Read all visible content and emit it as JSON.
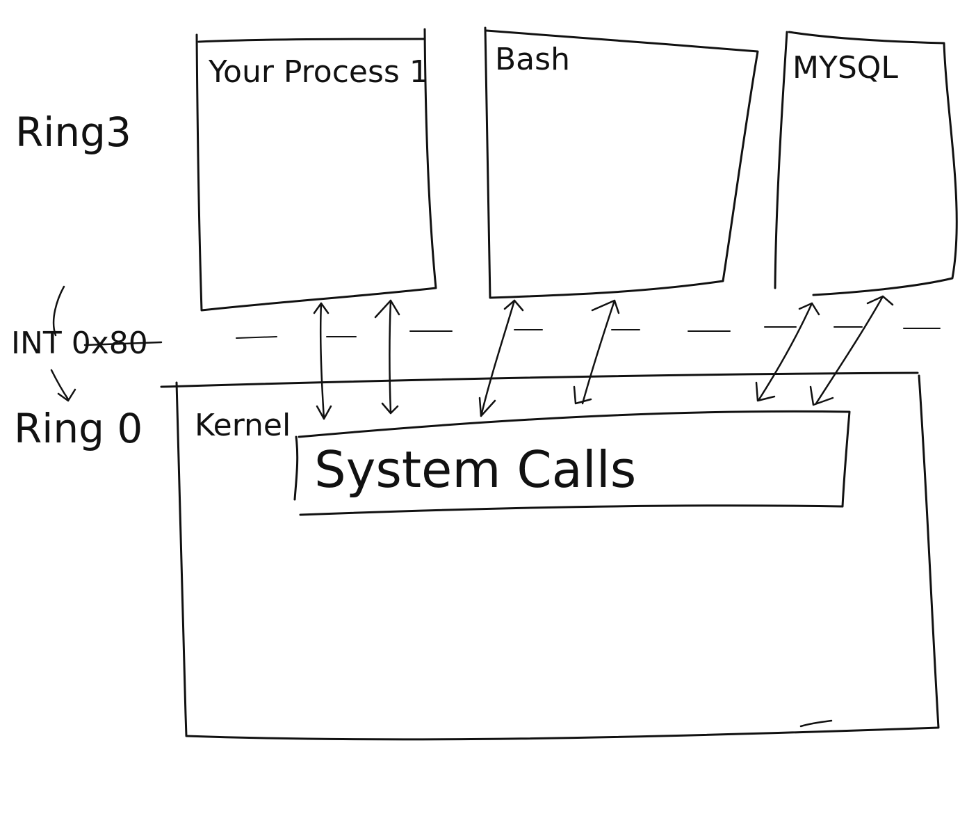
{
  "rings": {
    "user_ring": "Ring3",
    "kernel_ring": "Ring 0",
    "transition": "INT 0x80"
  },
  "processes": [
    {
      "label": "Your Process 1"
    },
    {
      "label": "Bash"
    },
    {
      "label": "MYSQL"
    }
  ],
  "kernel": {
    "label": "Kernel",
    "system_calls": "System Calls"
  },
  "style": {
    "ink_color": "#111111",
    "background_color": "#ffffff"
  }
}
